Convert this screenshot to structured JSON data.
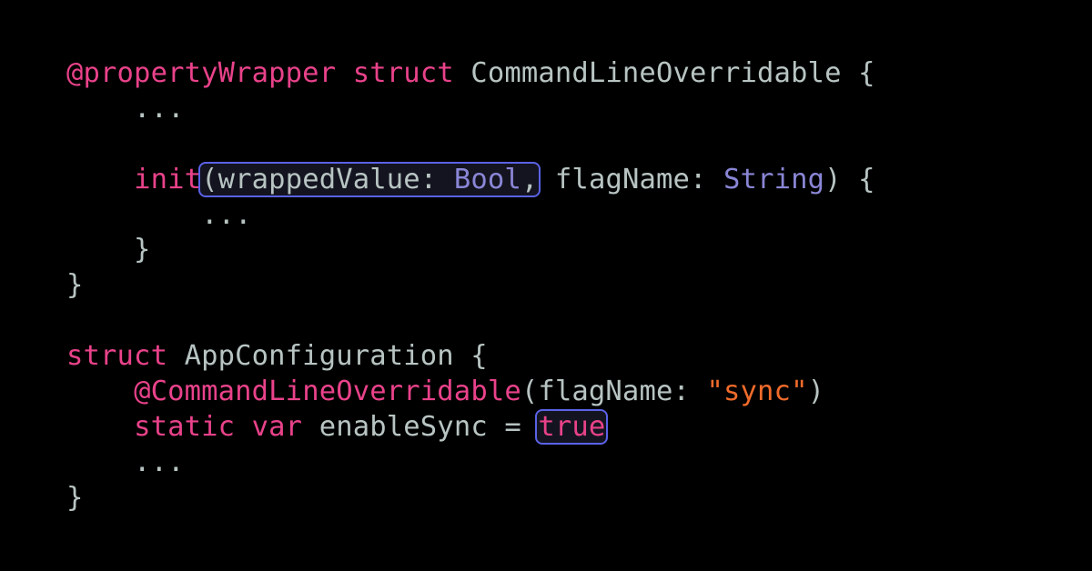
{
  "code": {
    "lines": [
      {
        "tokens": [
          {
            "t": "@propertyWrapper",
            "c": "kw"
          },
          {
            "t": " "
          },
          {
            "t": "struct",
            "c": "kw"
          },
          {
            "t": " CommandLineOverridable {"
          }
        ]
      },
      {
        "tokens": [
          {
            "t": "    ..."
          }
        ]
      },
      {
        "tokens": []
      },
      {
        "tokens": [
          {
            "t": "    "
          },
          {
            "t": "init",
            "c": "kw"
          },
          {
            "hl": [
              {
                "t": "(wrappedValue: "
              },
              {
                "t": "Bool",
                "c": "type"
              },
              {
                "t": ","
              }
            ]
          },
          {
            "t": " flagName: "
          },
          {
            "t": "String",
            "c": "type"
          },
          {
            "t": ") {"
          }
        ]
      },
      {
        "tokens": [
          {
            "t": "        ..."
          }
        ]
      },
      {
        "tokens": [
          {
            "t": "    }"
          }
        ]
      },
      {
        "tokens": [
          {
            "t": "}"
          }
        ]
      },
      {
        "tokens": []
      },
      {
        "tokens": [
          {
            "t": "struct",
            "c": "kw"
          },
          {
            "t": " AppConfiguration {"
          }
        ]
      },
      {
        "tokens": [
          {
            "t": "    "
          },
          {
            "t": "@CommandLineOverridable",
            "c": "kw"
          },
          {
            "t": "(flagName: "
          },
          {
            "t": "\"sync\"",
            "c": "str"
          },
          {
            "t": ")"
          }
        ]
      },
      {
        "tokens": [
          {
            "t": "    "
          },
          {
            "t": "static",
            "c": "kw"
          },
          {
            "t": " "
          },
          {
            "t": "var",
            "c": "kw"
          },
          {
            "t": " enableSync = "
          },
          {
            "hl": [
              {
                "t": "true",
                "c": "kw"
              }
            ]
          }
        ]
      },
      {
        "tokens": [
          {
            "t": "    ..."
          }
        ]
      },
      {
        "tokens": [
          {
            "t": "}"
          }
        ]
      }
    ]
  },
  "colors": {
    "background": "#000000",
    "keyword": "#e9428a",
    "type": "#8a86d6",
    "string": "#f06b2a",
    "plain": "#b7c4c2",
    "highlight_border": "#5a62e6"
  }
}
